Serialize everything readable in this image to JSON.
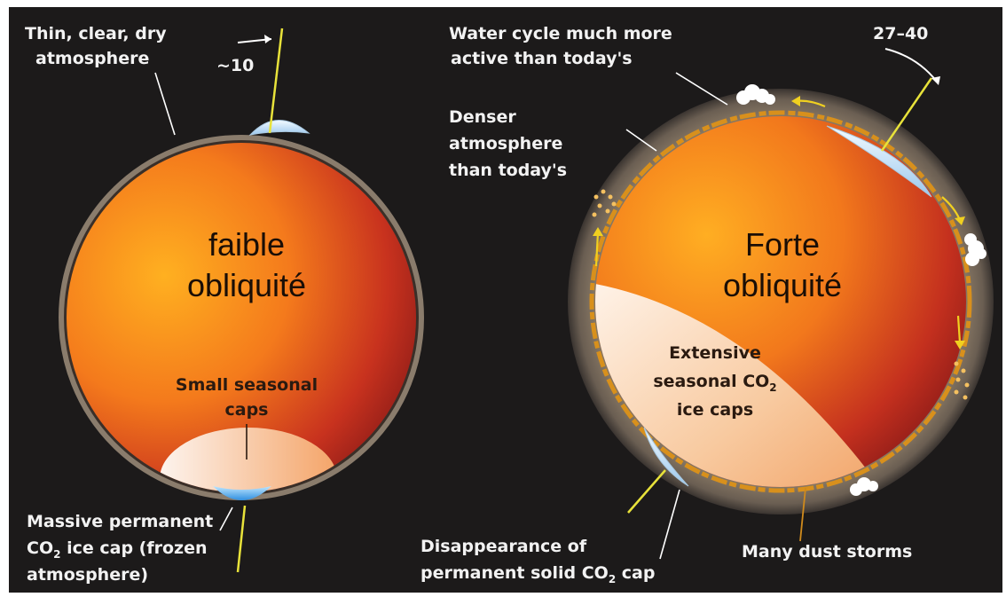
{
  "colors": {
    "background": "#1c1a1a",
    "planet_core": "#f08020",
    "atmosphere": "#6e6258",
    "ice": "#cfe4f6",
    "axis": "#e8e23a",
    "dust": "#d08a1c",
    "arrow_yellow": "#f0d020"
  },
  "left": {
    "title_line1": "faible",
    "title_line2": "obliquité",
    "angle": "~10",
    "atmo_line1": "Thin, clear, dry",
    "atmo_line2": "atmosphere",
    "caps_line1": "Small seasonal",
    "caps_line2": "caps",
    "perm_line1": "Massive permanent",
    "perm_line2_a": "CO",
    "perm_line2_sub": "2",
    "perm_line2_b": " ice cap (frozen",
    "perm_line3": "atmosphere)"
  },
  "right": {
    "title_line1": "Forte",
    "title_line2": "obliquité",
    "angle": "27–40",
    "water_line1": "Water cycle much more",
    "water_line2": "active than today's",
    "dense_line1": "Denser",
    "dense_line2": "atmosphere",
    "dense_line3": "than today's",
    "ext_line1": "Extensive",
    "ext_line2_a": "seasonal CO",
    "ext_line2_sub": "2",
    "ext_line3": "ice caps",
    "dis_line1": "Disappearance of",
    "dis_line2_a": "permanent solid CO",
    "dis_line2_sub": "2",
    "dis_line2_b": " cap",
    "dust_label": "Many dust storms"
  }
}
